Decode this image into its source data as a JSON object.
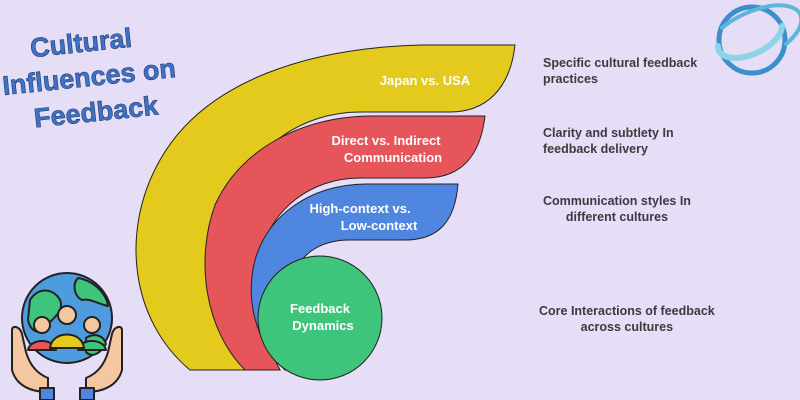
{
  "title": {
    "lines": [
      "Cultural",
      "Influences on",
      "Feedback"
    ],
    "color": "#3F72C6"
  },
  "layers": [
    {
      "label_lines": [
        "Japan vs. USA"
      ],
      "color": "#E3CA1D",
      "description": [
        "Specific cultural feedback",
        "practices"
      ]
    },
    {
      "label_lines": [
        "Direct vs. Indirect",
        "Communication"
      ],
      "color": "#E6555A",
      "description": [
        "Clarity and subtlety In",
        "feedback delivery"
      ]
    },
    {
      "label_lines": [
        "High-context vs.",
        "Low-context"
      ],
      "color": "#4E86E0",
      "description": [
        "Communication styles In",
        "different cultures"
      ]
    },
    {
      "label_lines": [
        "Feedback",
        "Dynamics"
      ],
      "color": "#3EC57B",
      "description": [
        "Core Interactions of feedback",
        "across cultures"
      ]
    }
  ],
  "icons": {
    "logo": "ring-logo-icon",
    "globe": "globe-people-hands-icon"
  },
  "colors": {
    "background": "#E6DDF7",
    "outline": "#222222",
    "skin": "#F4C7A0",
    "text": "#3b3b3b"
  }
}
